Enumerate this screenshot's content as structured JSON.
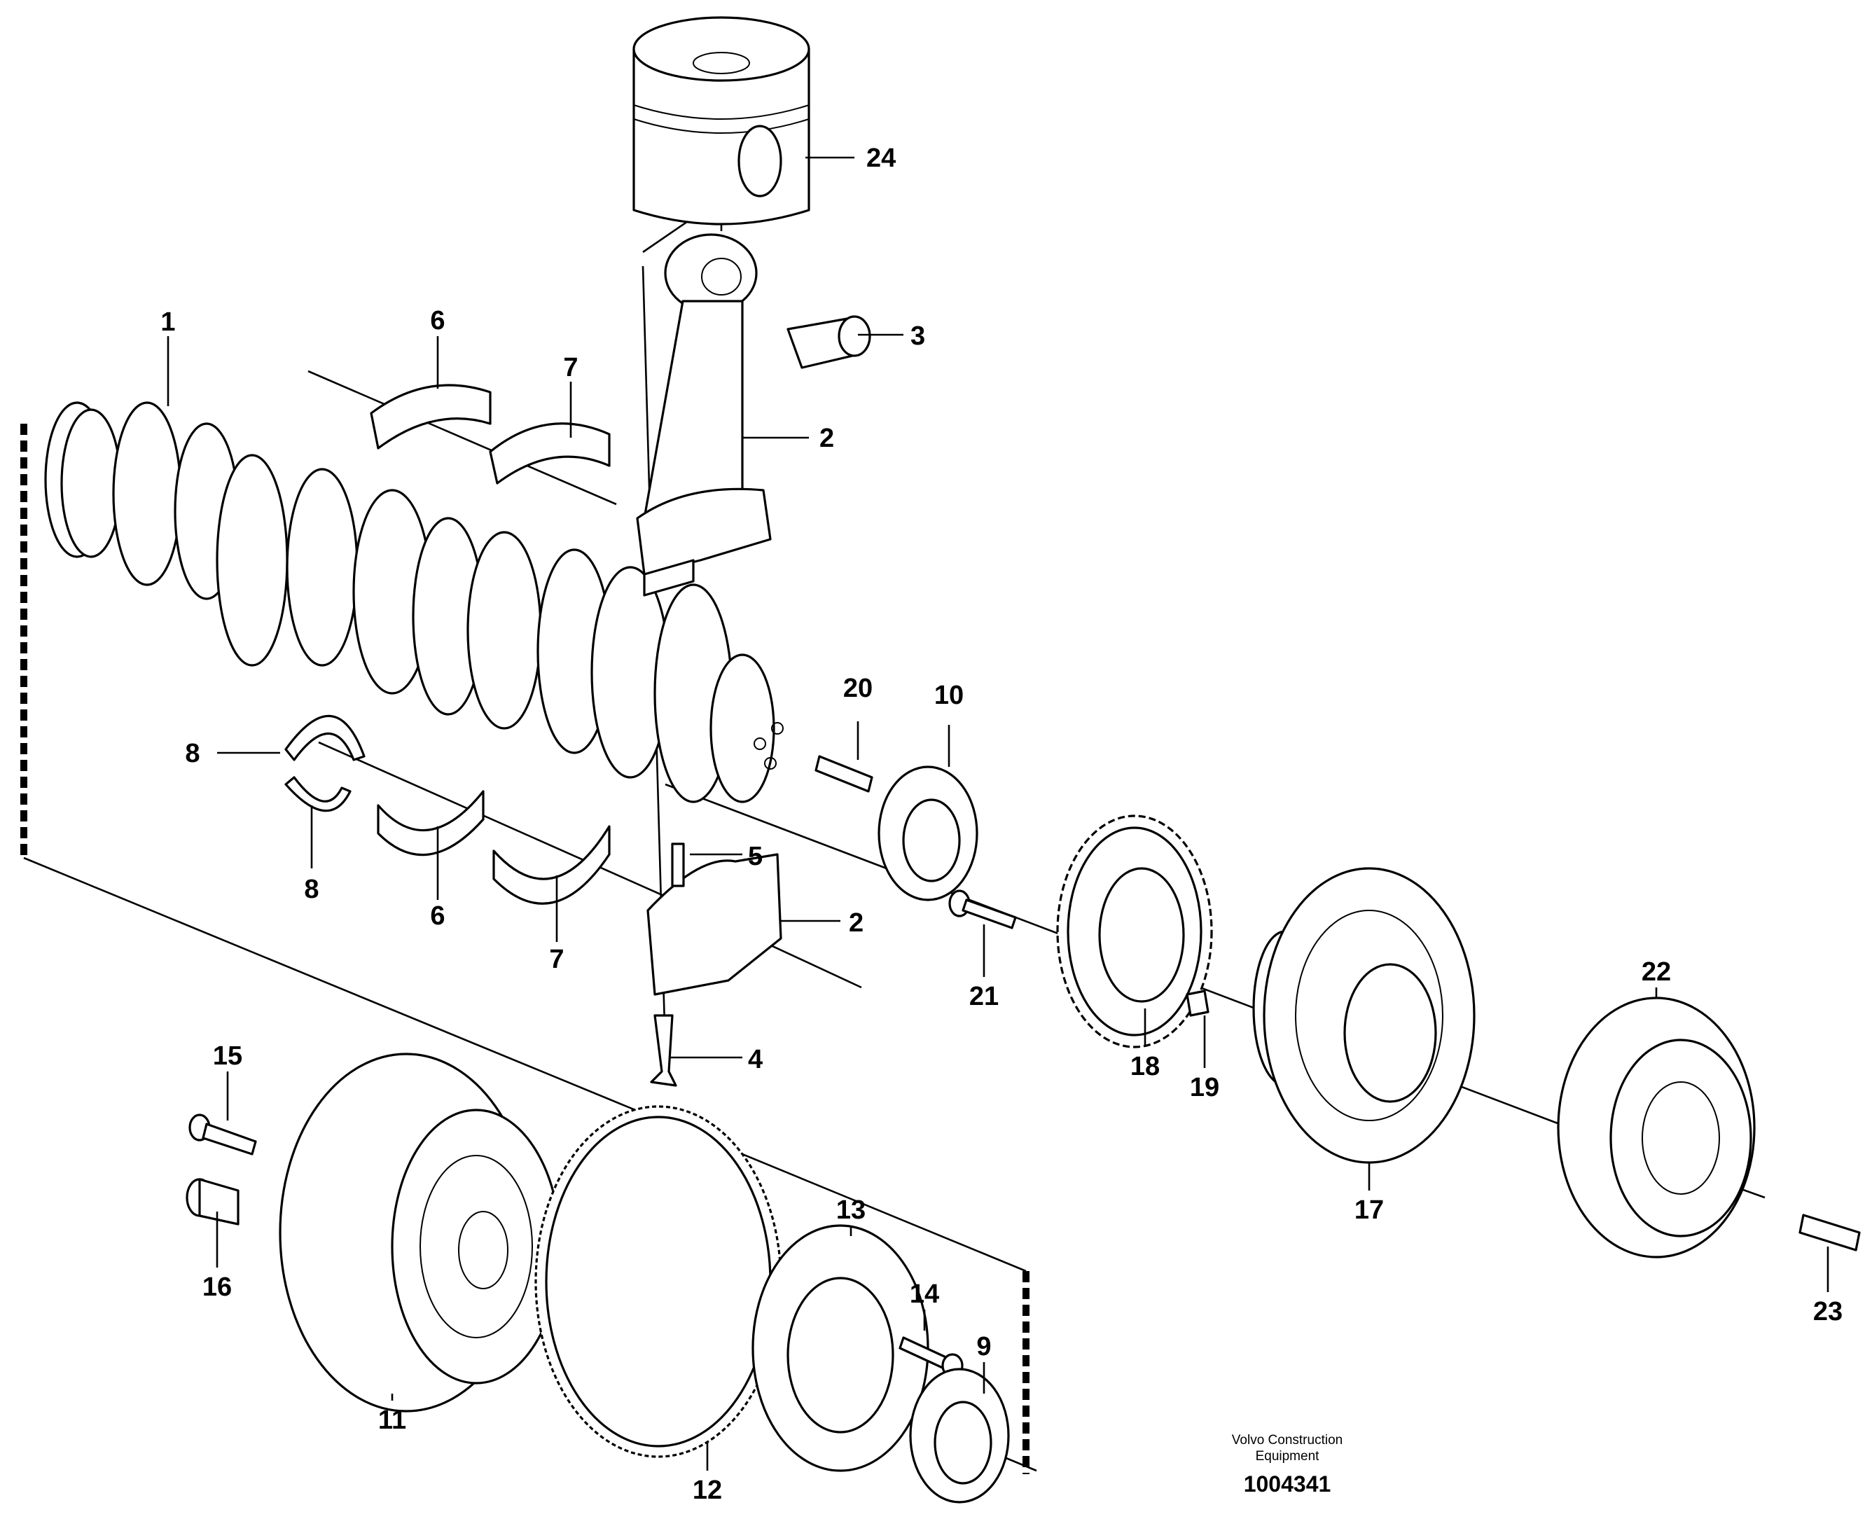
{
  "callouts": [
    {
      "id": "c1",
      "label": "1"
    },
    {
      "id": "c2a",
      "label": "2"
    },
    {
      "id": "c2b",
      "label": "2"
    },
    {
      "id": "c3",
      "label": "3"
    },
    {
      "id": "c4",
      "label": "4"
    },
    {
      "id": "c5",
      "label": "5"
    },
    {
      "id": "c6a",
      "label": "6"
    },
    {
      "id": "c6b",
      "label": "6"
    },
    {
      "id": "c7a",
      "label": "7"
    },
    {
      "id": "c7b",
      "label": "7"
    },
    {
      "id": "c8a",
      "label": "8"
    },
    {
      "id": "c8b",
      "label": "8"
    },
    {
      "id": "c9",
      "label": "9"
    },
    {
      "id": "c10",
      "label": "10"
    },
    {
      "id": "c11",
      "label": "11"
    },
    {
      "id": "c12",
      "label": "12"
    },
    {
      "id": "c13",
      "label": "13"
    },
    {
      "id": "c14",
      "label": "14"
    },
    {
      "id": "c15",
      "label": "15"
    },
    {
      "id": "c16",
      "label": "16"
    },
    {
      "id": "c17",
      "label": "17"
    },
    {
      "id": "c18",
      "label": "18"
    },
    {
      "id": "c19",
      "label": "19"
    },
    {
      "id": "c20",
      "label": "20"
    },
    {
      "id": "c21",
      "label": "21"
    },
    {
      "id": "c22",
      "label": "22"
    },
    {
      "id": "c23",
      "label": "23"
    },
    {
      "id": "c24",
      "label": "24"
    }
  ],
  "credit": {
    "line1": "Volvo Construction",
    "line2": "Equipment"
  },
  "document_number": "1004341"
}
